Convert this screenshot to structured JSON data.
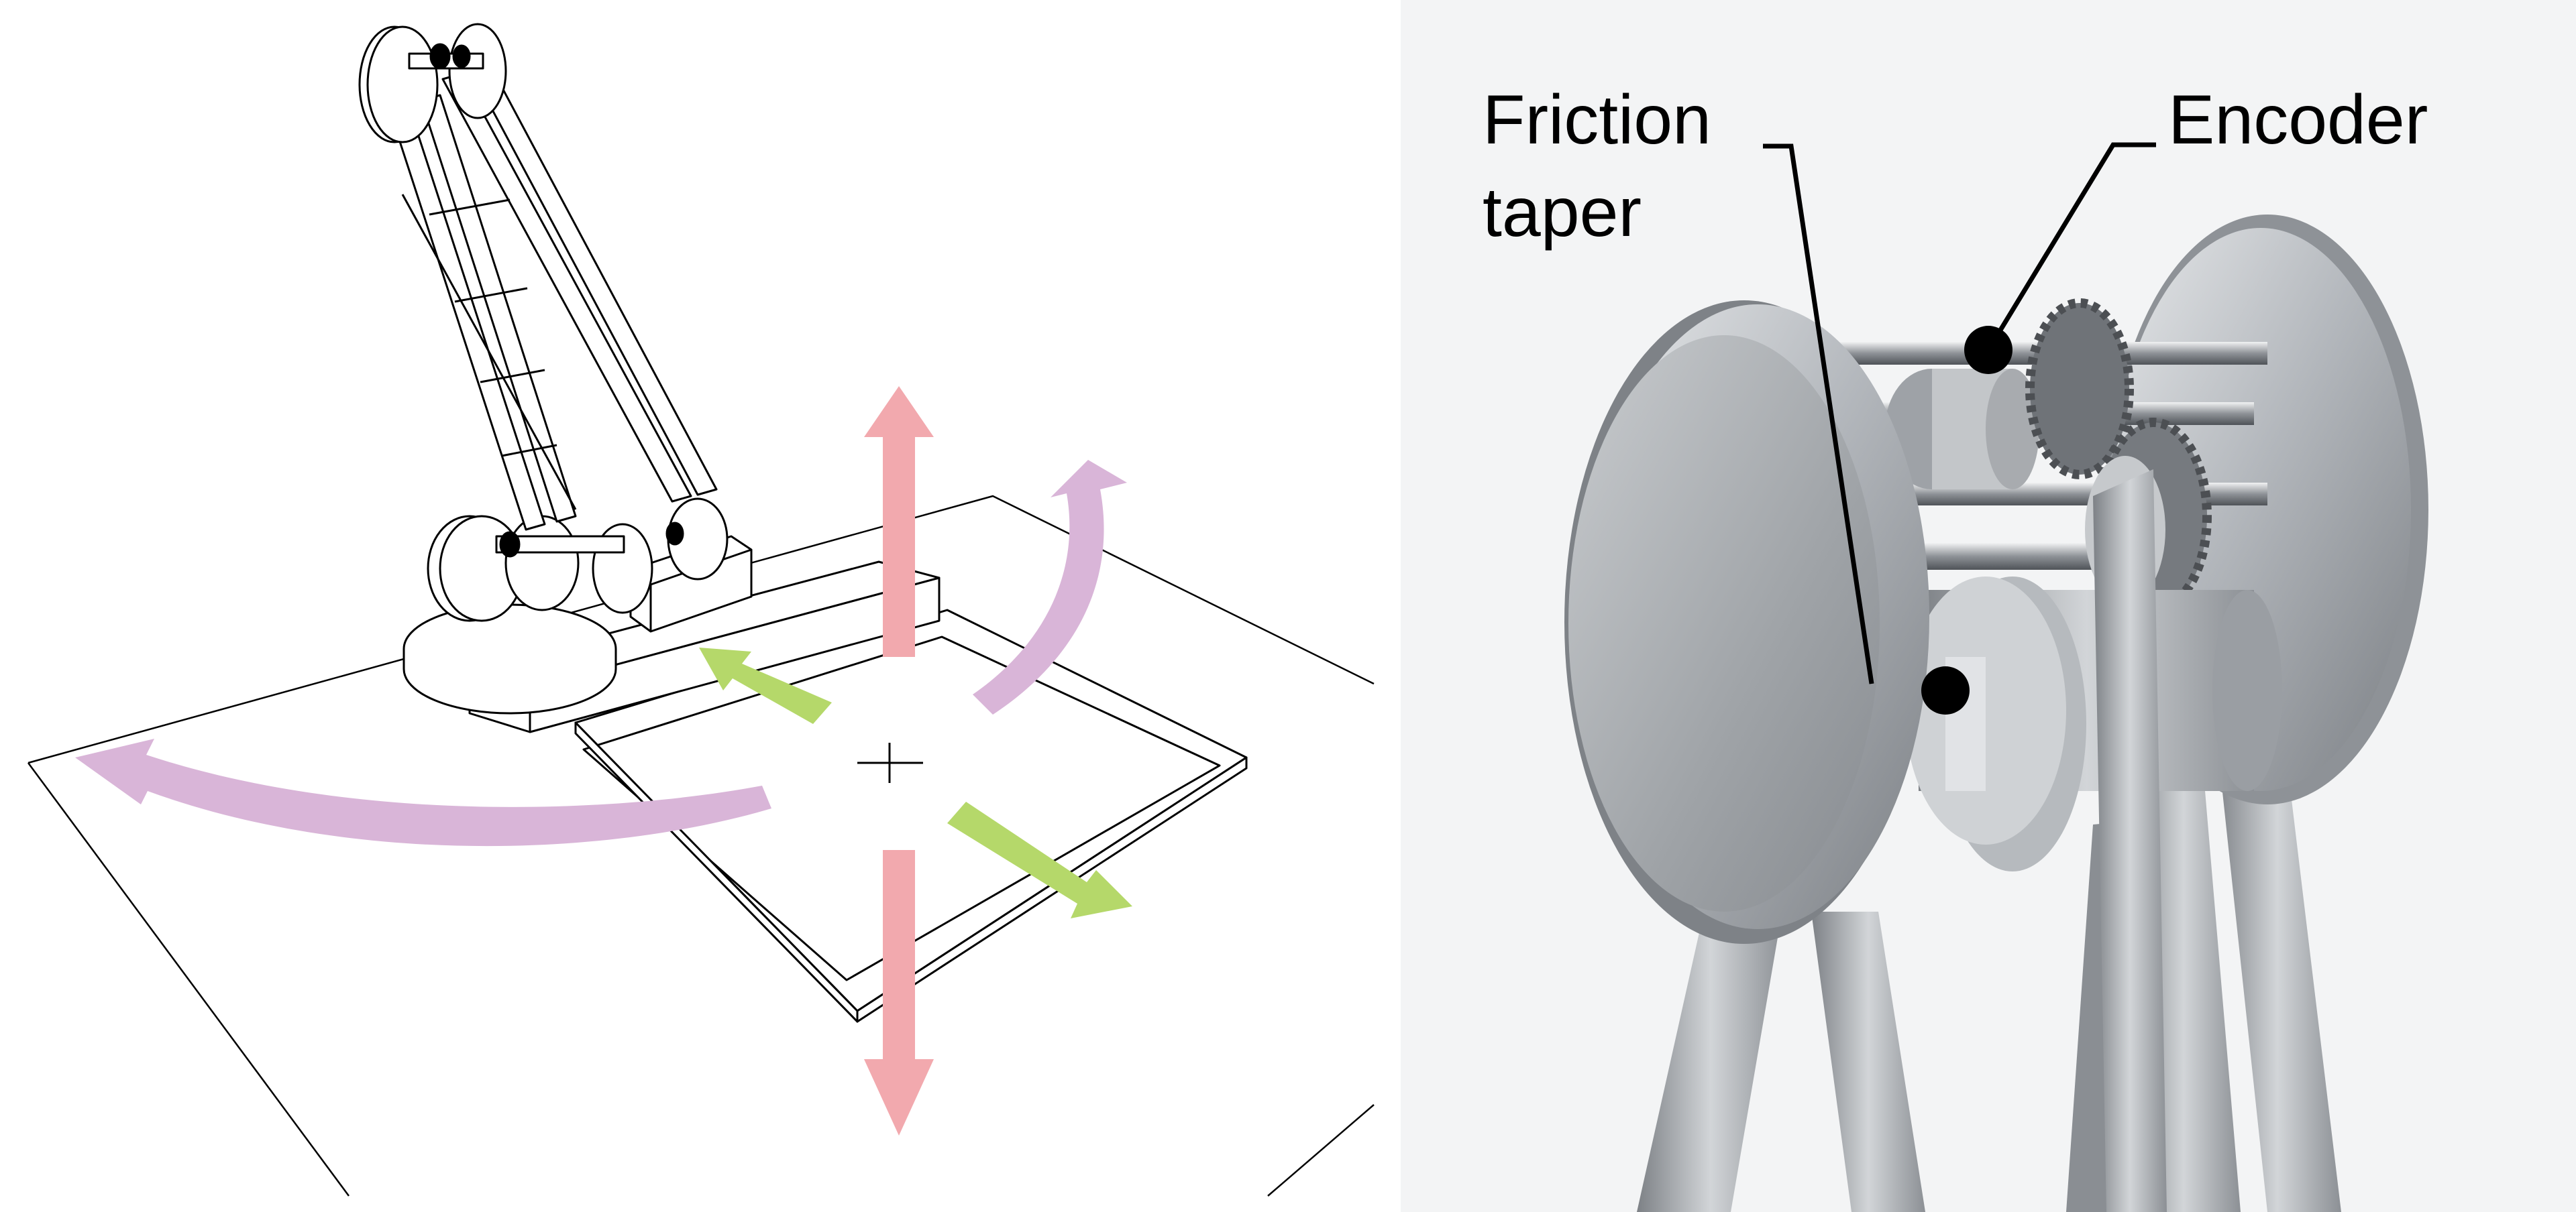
{
  "callouts": {
    "friction_line1": "Friction",
    "friction_line2": "taper",
    "encoder": "Encoder"
  },
  "colors": {
    "vertical_arrow": "#f2a9ae",
    "rotation_arrow": "#d9b5d8",
    "horizontal_arrow": "#b5d86a",
    "line": "#000000",
    "photo_background": "#f3f4f5",
    "metal": "#b8bcc1"
  },
  "icons": {
    "photo": "mechanism-photo",
    "drawing": "robot-arm-line-drawing"
  }
}
